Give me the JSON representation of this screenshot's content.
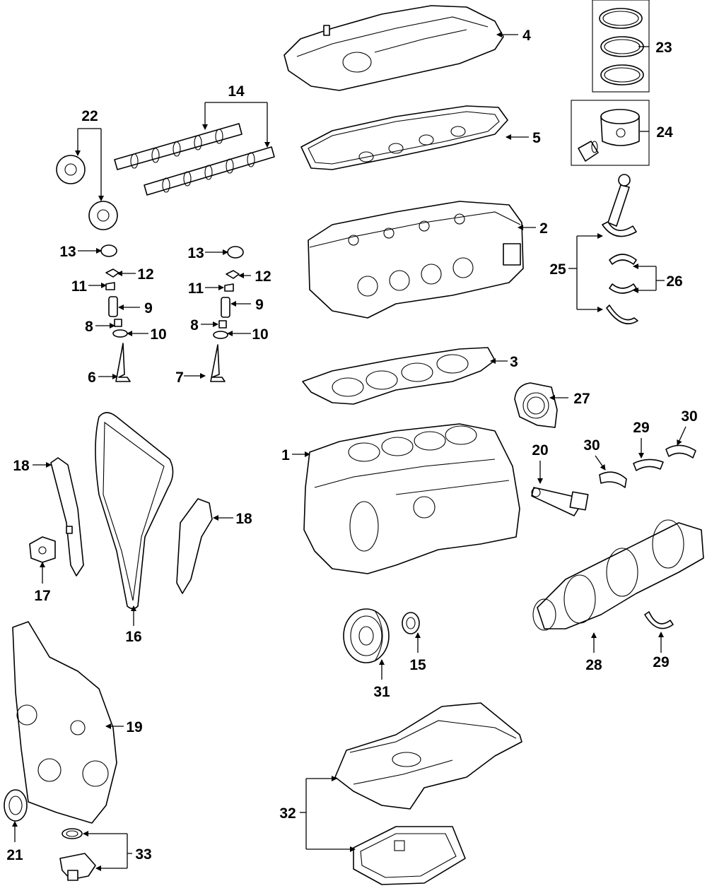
{
  "callouts": {
    "c1": "1",
    "c2": "2",
    "c3": "3",
    "c4": "4",
    "c5": "5",
    "c6": "6",
    "c7": "7",
    "c8a": "8",
    "c8b": "8",
    "c9a": "9",
    "c9b": "9",
    "c10a": "10",
    "c10b": "10",
    "c11a": "11",
    "c11b": "11",
    "c12a": "12",
    "c12b": "12",
    "c13a": "13",
    "c13b": "13",
    "c14": "14",
    "c15": "15",
    "c16": "16",
    "c17": "17",
    "c18a": "18",
    "c18b": "18",
    "c19": "19",
    "c20": "20",
    "c21": "21",
    "c22": "22",
    "c23": "23",
    "c24": "24",
    "c25": "25",
    "c26": "26",
    "c27": "27",
    "c28": "28",
    "c29a": "29",
    "c29b": "29",
    "c30a": "30",
    "c30b": "30",
    "c31": "31",
    "c32": "32",
    "c33": "33"
  }
}
